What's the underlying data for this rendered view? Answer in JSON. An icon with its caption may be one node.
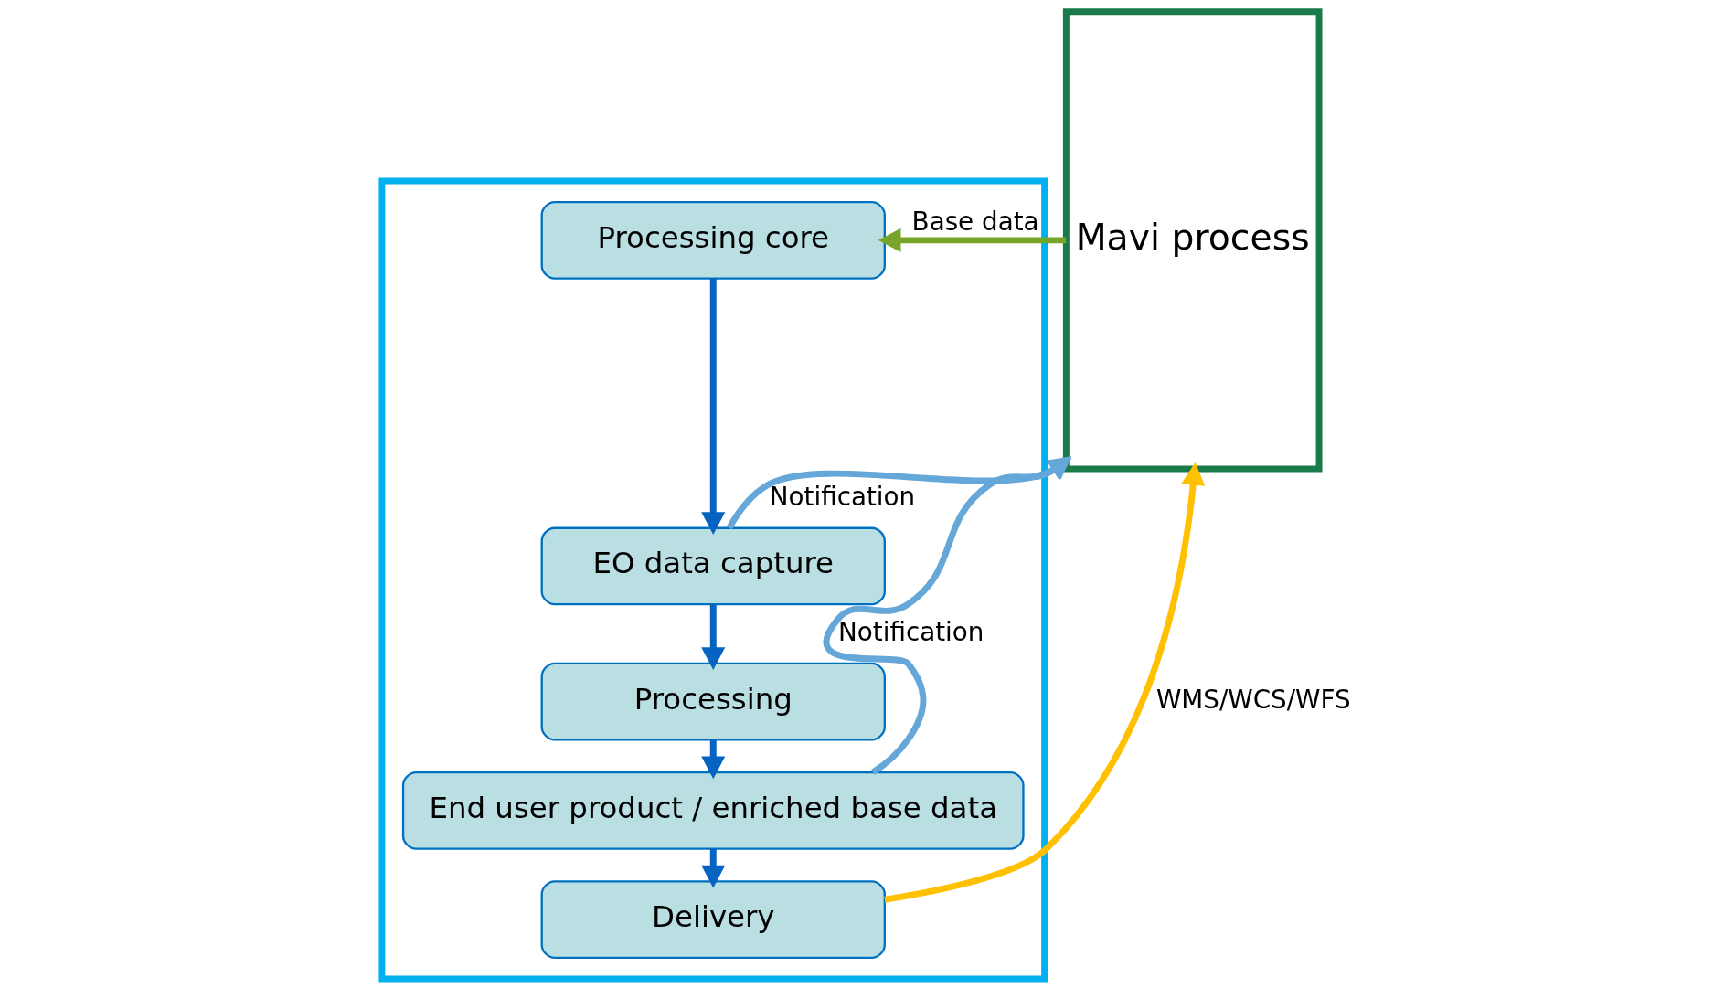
{
  "diagram": {
    "nodes": [
      {
        "text": [],
        "shape": "box"
      },
      {
        "text": [
          "Processing core"
        ],
        "in": 0
      },
      {
        "text": [
          "EO data capture"
        ],
        "in": 0
      },
      {
        "text": [
          "Processing"
        ],
        "in": 0
      },
      {
        "text": [
          "End user product / enriched base data"
        ],
        "in": 0
      },
      {
        "text": [
          "Delivery"
        ],
        "in": 0
      },
      {
        "text": [
          "Mavi process"
        ]
      }
    ],
    "edges": [
      {
        "from": 1,
        "to": 2,
        "arrow": "to"
      },
      {
        "from": 2,
        "to": 3,
        "arrow": "to"
      },
      {
        "from": 3,
        "to": 4,
        "arrow": "to"
      },
      {
        "from": 4,
        "to": 5,
        "arrow": "to"
      },
      {
        "from": 6,
        "to": 1,
        "arrow": "to",
        "label": "Base data",
        "color": "#77a52a"
      },
      {
        "from": 2,
        "to": 6,
        "arrow": "to",
        "label": "Notification",
        "color": "#64a7d8"
      },
      {
        "from": 4,
        "to": 6,
        "arrow": "to",
        "label": "Notification",
        "color": "#64a7d8"
      },
      {
        "from": 5,
        "to": 6,
        "arrow": "to",
        "label": "WMS/WCS/WFS",
        "color": "#ffc000"
      }
    ]
  }
}
